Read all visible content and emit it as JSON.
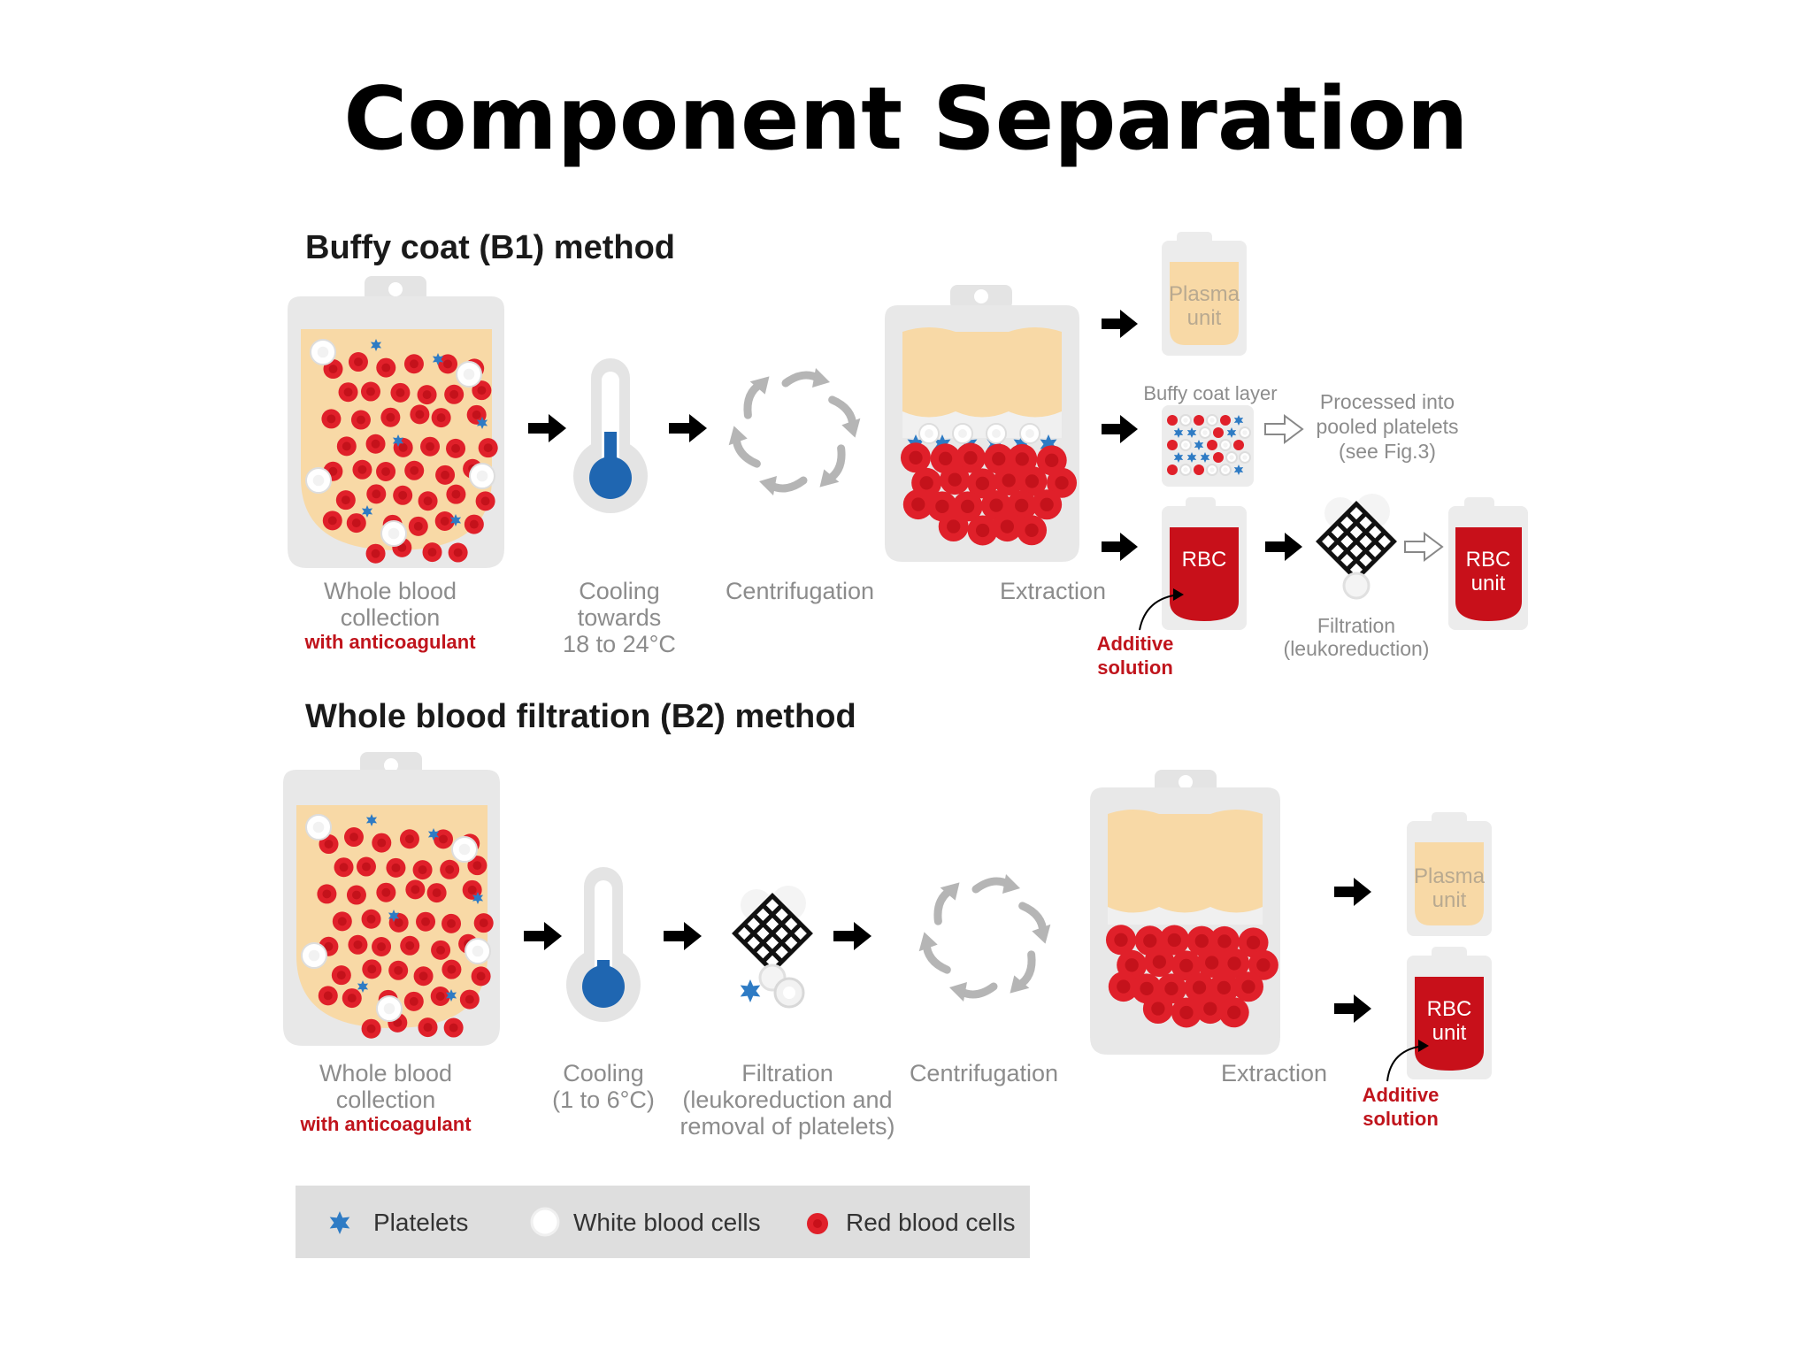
{
  "title": "Component Separation",
  "colors": {
    "plasma": "#f8d9a6",
    "rbc": "#e0202a",
    "rbc_unit": "#c8101a",
    "platelet": "#2e7bc4",
    "bag": "#e8e8e8",
    "arrow": "#000000",
    "label_gray": "#8c8c8c",
    "label_red": "#c0141c"
  },
  "b1": {
    "heading": "Buffy coat (B1) method",
    "step1": {
      "line1": "Whole blood",
      "line2": "collection",
      "note": "with anticoagulant"
    },
    "step2": {
      "line1": "Cooling",
      "line2": "towards",
      "line3": "18 to 24°C"
    },
    "step3": {
      "label": "Centrifugation"
    },
    "step4": {
      "label": "Extraction"
    },
    "plasma_unit": {
      "line1": "Plasma",
      "line2": "unit"
    },
    "buffy_layer": "Buffy coat layer",
    "processed": {
      "line1": "Processed into",
      "line2": "pooled platelets",
      "line3": "(see Fig.3)"
    },
    "rbc_bag": "RBC",
    "additive": {
      "line1": "Additive",
      "line2": "solution"
    },
    "filtration": {
      "line1": "Filtration",
      "line2": "(leukoreduction)"
    },
    "rbc_unit": {
      "line1": "RBC",
      "line2": "unit"
    }
  },
  "b2": {
    "heading": "Whole blood filtration (B2) method",
    "step1": {
      "line1": "Whole blood",
      "line2": "collection",
      "note": "with anticoagulant"
    },
    "step2": {
      "line1": "Cooling",
      "line2": "(1 to 6°C)"
    },
    "step3": {
      "line1": "Filtration",
      "line2": "(leukoreduction and",
      "line3": "removal of platelets)"
    },
    "step4": {
      "label": "Centrifugation"
    },
    "step5": {
      "label": "Extraction"
    },
    "plasma_unit": {
      "line1": "Plasma",
      "line2": "unit"
    },
    "rbc_unit": {
      "line1": "RBC",
      "line2": "unit"
    },
    "additive": {
      "line1": "Additive",
      "line2": "solution"
    }
  },
  "legend": {
    "platelets": "Platelets",
    "wbc": "White blood cells",
    "rbc": "Red blood cells"
  }
}
